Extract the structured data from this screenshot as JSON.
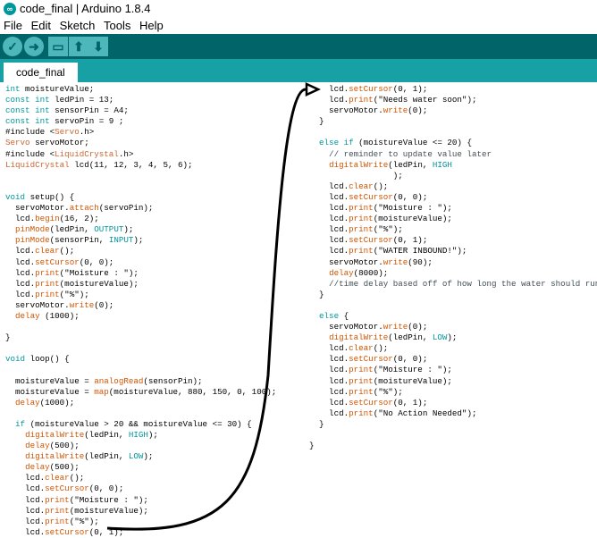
{
  "window": {
    "app_icon_glyph": "∞",
    "title": "code_final | Arduino 1.8.4"
  },
  "menu": [
    "File",
    "Edit",
    "Sketch",
    "Tools",
    "Help"
  ],
  "toolbar": {
    "buttons": [
      {
        "name": "verify-button",
        "icon": "check-icon",
        "glyph": "✓"
      },
      {
        "name": "upload-button",
        "icon": "arrow-right-icon",
        "glyph": "➜"
      },
      {
        "name": "new-button",
        "icon": "new-file-icon",
        "glyph": "▭"
      },
      {
        "name": "open-button",
        "icon": "arrow-up-icon",
        "glyph": "⬆"
      },
      {
        "name": "save-button",
        "icon": "arrow-down-icon",
        "glyph": "⬇"
      }
    ]
  },
  "tabs": [
    {
      "label": "code_final"
    }
  ],
  "colors": {
    "toolbar_bg": "#006468",
    "tab_strip_bg": "#17a1a5",
    "keyword_teal": "#00979c",
    "function_orange": "#d35400",
    "annotation_arrow": "#000000"
  },
  "code_left": [
    "int moistureValue;",
    "const int ledPin = 13;",
    "const int sensorPin = A4;",
    "const int servoPin = 9 ;",
    "#include <Servo.h>",
    "Servo servoMotor;",
    "#include <LiquidCrystal.h>",
    "LiquidCrystal lcd(11, 12, 3, 4, 5, 6);",
    "",
    "",
    "void setup() {",
    "  servoMotor.attach(servoPin);",
    "  lcd.begin(16, 2);",
    "  pinMode(ledPin, OUTPUT);",
    "  pinMode(sensorPin, INPUT);",
    "  lcd.clear();",
    "  lcd.setCursor(0, 0);",
    "  lcd.print(\"Moisture : \");",
    "  lcd.print(moistureValue);",
    "  lcd.print(\"%\");",
    "  servoMotor.write(0);",
    "  delay (1000);",
    "",
    "}",
    "",
    "void loop() {",
    "",
    "  moistureValue = analogRead(sensorPin);",
    "  moistureValue = map(moistureValue, 880, 150, 0, 100);",
    "  delay(1000);",
    "",
    "  if (moistureValue > 20 && moistureValue <= 30) {",
    "    digitalWrite(ledPin, HIGH);",
    "    delay(500);",
    "    digitalWrite(ledPin, LOW);",
    "    delay(500);",
    "    lcd.clear();",
    "    lcd.setCursor(0, 0);",
    "    lcd.print(\"Moisture : \");",
    "    lcd.print(moistureValue);",
    "    lcd.print(\"%\");",
    "    lcd.setCursor(0, 1);"
  ],
  "code_right": [
    "    lcd.setCursor(0, 1);",
    "    lcd.print(\"Needs water soon\");",
    "    servoMotor.write(0);",
    "  }",
    "",
    "  else if (moistureValue <= 20) {",
    "    // reminder to update value later",
    "    digitalWrite(ledPin, HIGH",
    "                 );",
    "    lcd.clear();",
    "    lcd.setCursor(0, 0);",
    "    lcd.print(\"Moisture : \");",
    "    lcd.print(moistureValue);",
    "    lcd.print(\"%\");",
    "    lcd.setCursor(0, 1);",
    "    lcd.print(\"WATER INBOUND!\");",
    "    servoMotor.write(90);",
    "    delay(8000);",
    "    //time delay based off of how long the water should run",
    "  }",
    "",
    "  else {",
    "    servoMotor.write(0);",
    "    digitalWrite(ledPin, LOW);",
    "    lcd.clear();",
    "    lcd.setCursor(0, 0);",
    "    lcd.print(\"Moisture : \");",
    "    lcd.print(moistureValue);",
    "    lcd.print(\"%\");",
    "    lcd.setCursor(0, 1);",
    "    lcd.print(\"No Action Needed\");",
    "  }",
    "",
    "}"
  ]
}
